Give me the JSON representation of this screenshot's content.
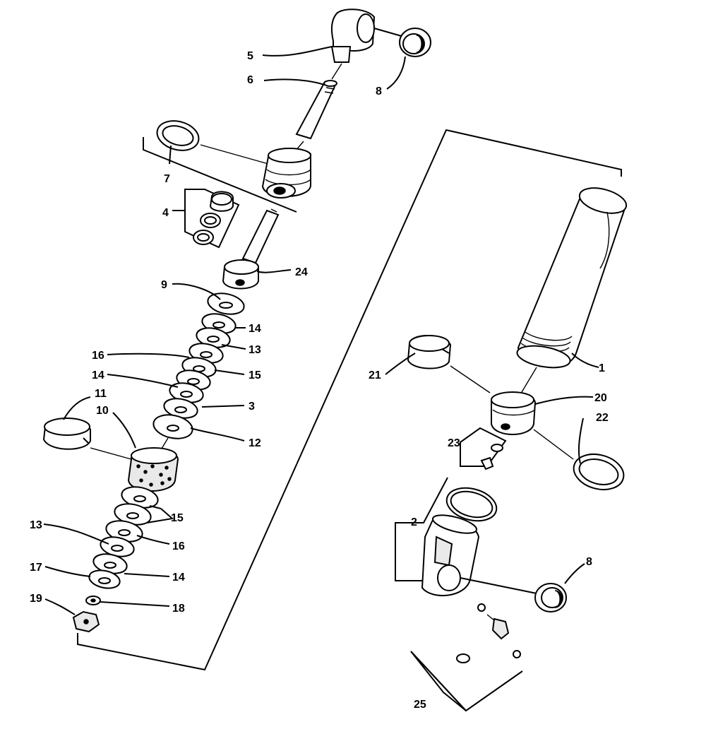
{
  "diagram": {
    "callouts": {
      "c1": "1",
      "c2": "2",
      "c3": "3",
      "c4": "4",
      "c5": "5",
      "c6": "6",
      "c7": "7",
      "c8a": "8",
      "c8b": "8",
      "c9": "9",
      "c10": "10",
      "c11": "11",
      "c12": "12",
      "c13a": "13",
      "c13b": "13",
      "c14a": "14",
      "c14b": "14",
      "c14c": "14",
      "c15a": "15",
      "c15b": "15",
      "c16a": "16",
      "c16b": "16",
      "c17": "17",
      "c18": "18",
      "c19": "19",
      "c20": "20",
      "c21": "21",
      "c22": "22",
      "c23": "23",
      "c24": "24",
      "c25": "25"
    }
  }
}
